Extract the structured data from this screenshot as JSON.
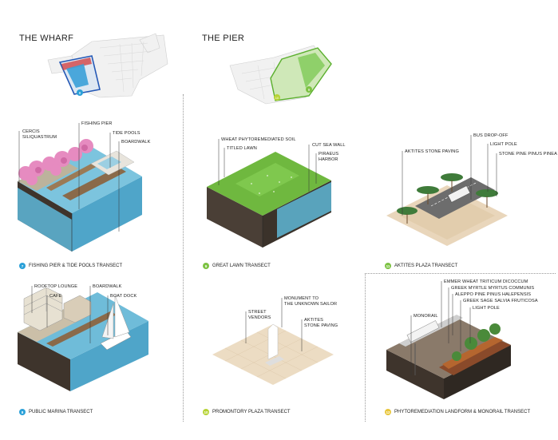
{
  "sections": {
    "wharf_title": "THE WHARF",
    "pier_title": "THE PIER"
  },
  "labels": {
    "cercis": "CERCIS\nSILIQUASTRUM",
    "fishing_pier": "FISHING PIER",
    "tide_pools": "TIDE POOLS",
    "boardwalk_1": "BOARDWALK",
    "wheat_soil": "WHEAT PHYTOREMEDIATED SOIL",
    "titled_lawn": "TITLED LAWN",
    "cut_sea_wall": "CUT SEA WALL",
    "piraeus_harbor": "PIRAEUS\nHARBOR",
    "bus_dropoff": "BUS DROP-OFF",
    "light_pole_1": "LIGHT POLE",
    "stone_pine": "STONE PINE PINUS PINEA",
    "aktites_paving_1": "AKTITES STONE PAVING",
    "rooftop_lounge": "ROOFTOP LOUNGE",
    "cafe": "CAFE",
    "boardwalk_2": "BOARDWALK",
    "boat_dock": "BOAT DOCK",
    "monument": "MONUMENT TO\nTHE UNKNOWN SAILOR",
    "street_vendors": "STREET\nVENDORS",
    "aktites_paving_2": "AKTITES\nSTONE PAVING",
    "emmer_wheat": "EMMER WHEAT TRITICUM DICOCCUM",
    "greek_myrtle": "GREEK MYRTLE MYRTUS COMMUNIS",
    "aleppo_pine": "ALEPPO PINE PINUS HALEPENSIS",
    "greek_sage": "GREEK SAGE SALVIA FRUTICOSA",
    "light_pole_2": "LIGHT POLE",
    "monorail": "MONORAIL"
  },
  "captions": [
    {
      "num": "7",
      "text": "FISHING PIER & TIDE POOLS TRANSECT",
      "color": "#2aa0d8"
    },
    {
      "num": "9",
      "text": "GREAT LAWN TRANSECT",
      "color": "#7cc242"
    },
    {
      "num": "11",
      "text": "AKTITES PLAZA TRANSECT",
      "color": "#7cc242"
    },
    {
      "num": "8",
      "text": "PUBLIC MARINA TRANSECT",
      "color": "#2aa0d8"
    },
    {
      "num": "10",
      "text": "PROMONTORY PLAZA TRANSECT",
      "color": "#b6d334"
    },
    {
      "num": "12",
      "text": "PHYTOREMEDIATION LANDFORM & MONORAIL TRANSECT",
      "color": "#e8c63a"
    }
  ],
  "map_badges": {
    "wharf": "8",
    "pier_a": "10",
    "pier_b": "9"
  },
  "colors": {
    "water": "#5fb7d6",
    "grass": "#6fb83f",
    "soil": "#4a3f36",
    "paving": "#e9d6bb",
    "blossom": "#e68bc0"
  }
}
